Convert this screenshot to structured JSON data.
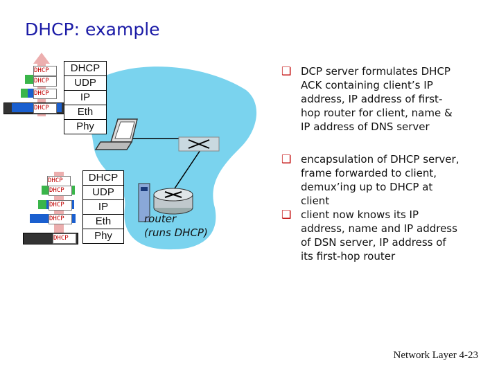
{
  "title": "DHCP: example",
  "client_stack": [
    "DHCP",
    "UDP",
    "IP",
    "Eth",
    "Phy"
  ],
  "server_stack": [
    "DHCP",
    "UDP",
    "IP",
    "Eth",
    "Phy"
  ],
  "packet_label": "DHCP",
  "router_label": [
    "router",
    "(runs DHCP)"
  ],
  "bullets": [
    "DCP server formulates DHCP ACK containing client’s IP address, IP address of first-hop router for client, name & IP address of DNS server",
    "encapsulation of DHCP server, frame forwarded to client, demux’ing up to DHCP at client",
    "client now knows its IP address, name and IP address of DSN server, IP address of its first-hop router"
  ],
  "footer": "Network Layer  4-23",
  "colors": {
    "title": "#1a1aa6",
    "network_blob": "#7ad3ee",
    "bullet_mark": "#c00000",
    "arrow": "#e9a0a0"
  }
}
